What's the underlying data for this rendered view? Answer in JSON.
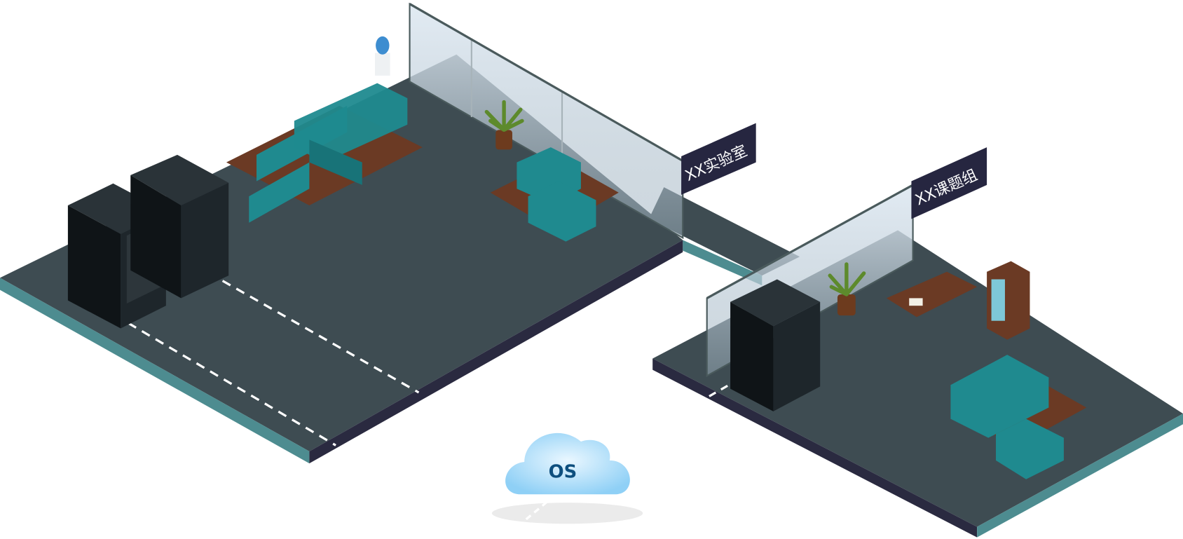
{
  "labels": {
    "lab": "XX实验室",
    "group": "XX课题组",
    "cloud": "OS"
  },
  "colors": {
    "floor": "#3e4c52",
    "floor_edge": "#4d8c90",
    "floor_bottom": "#2a2a40",
    "sign": "#262640",
    "cubicle": "#1f8a8f",
    "server": "#1b2226",
    "cloud": "#a9dcf8"
  }
}
